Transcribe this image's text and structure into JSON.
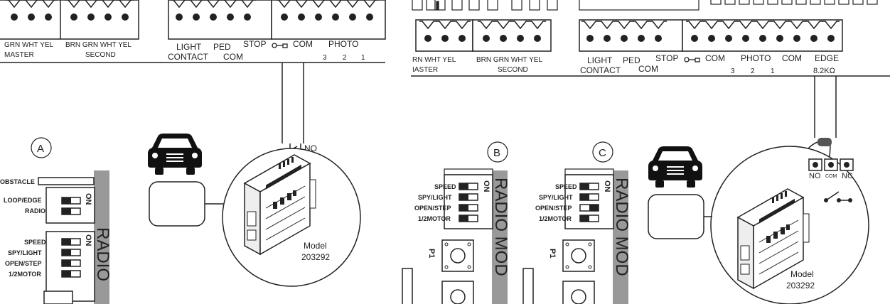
{
  "left": {
    "terminal_labels_row1": [
      "GRN WHT YEL",
      "BRN GRN WHT YEL"
    ],
    "terminal_labels_row2": [
      "MASTER",
      "SECOND"
    ],
    "labels_top": [
      "LIGHT",
      "PED",
      "STOP",
      "COM",
      "PHOTO"
    ],
    "labels_bottom": [
      "CONTACT",
      "COM",
      "3",
      "2",
      "1"
    ],
    "section_letter": "A",
    "no_label": "NO",
    "obstacle": "OBSTACLE",
    "switches_top": [
      "LOOP/EDGE",
      "RADIO"
    ],
    "switches_bottom": [
      "SPEED",
      "SPY/LIGHT",
      "OPEN/STEP",
      "1/2MOTOR"
    ],
    "on_label": "ON",
    "radio_text": "RADIO",
    "model_line1": "Model",
    "model_line2": "203292"
  },
  "right": {
    "terminal_labels_row1": [
      "RN WHT YEL",
      "BRN GRN WHT YEL"
    ],
    "terminal_labels_row2": [
      "IASTER",
      "SECOND"
    ],
    "labels_top": [
      "LIGHT",
      "PED",
      "STOP",
      "COM",
      "PHOTO",
      "COM",
      "EDGE"
    ],
    "labels_bottom": [
      "CONTACT",
      "COM",
      "3",
      "2",
      "1",
      "8.2KΩ"
    ],
    "section_b": "B",
    "section_c": "C",
    "switches": [
      "SPEED",
      "SPY/LIGHT",
      "OPEN/STEP",
      "1/2MOTOR"
    ],
    "on_label": "ON",
    "p1_label": "P1",
    "radio_text": "RADIO MOD",
    "relay_terminals": [
      "NO",
      "COM",
      "NC"
    ],
    "model_line1": "Model",
    "model_line2": "203292"
  }
}
